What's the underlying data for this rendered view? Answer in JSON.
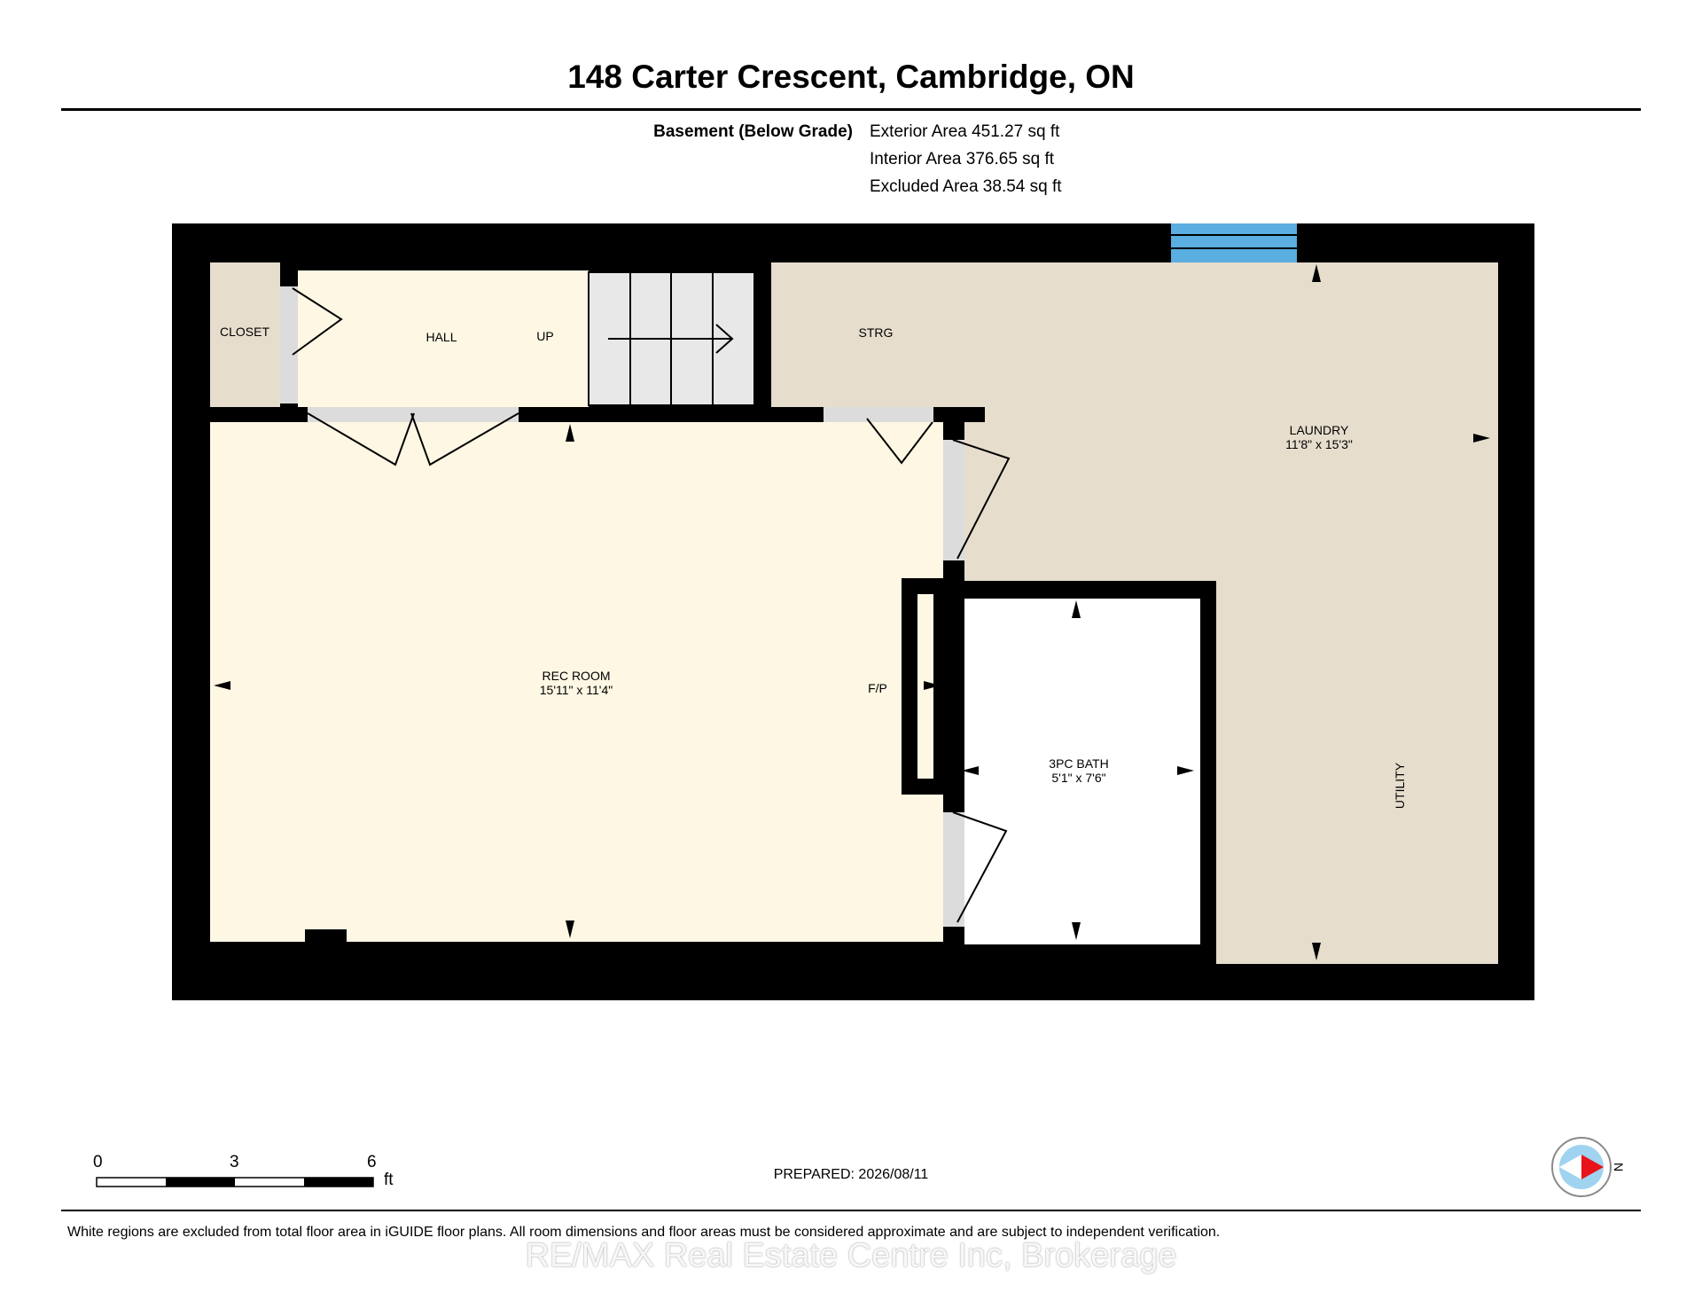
{
  "header": {
    "title": "148 Carter Crescent, Cambridge, ON"
  },
  "summary": {
    "level": "Basement (Below Grade)",
    "areas": [
      "Exterior Area 451.27 sq ft",
      "Interior Area 376.65 sq ft",
      "Excluded Area 38.54 sq ft"
    ]
  },
  "rooms": {
    "closet": "CLOSET",
    "hall": "HALL",
    "up": "UP",
    "strg": "STRG",
    "laundry": {
      "name": "LAUNDRY",
      "dims": "11'8\" x 15'3\""
    },
    "rec_room": {
      "name": "REC ROOM",
      "dims": "15'11\" x 11'4\""
    },
    "fp": "F/P",
    "bath": {
      "name": "3PC BATH",
      "dims": "5'1\" x 7'6\""
    },
    "utility": "UTILITY"
  },
  "colors": {
    "wall": "#000000",
    "hall_rec": "#fdf7e3",
    "storage_laundry": "#e6ddcd",
    "window": "#5aaee0",
    "door_gap": "#dcdcdc",
    "excluded": "#ffffff",
    "compass_needle": "#e8141b",
    "compass_disc": "#9fd3f0"
  },
  "scale": {
    "ticks": [
      "0",
      "3",
      "6"
    ],
    "unit": "ft"
  },
  "compass": {
    "label": "N"
  },
  "footer": {
    "prepared": "PREPARED: 2026/08/11",
    "disclaimer": "White regions are excluded from total floor area in iGUIDE floor plans. All room dimensions and floor areas must be considered approximate and are subject to independent verification.",
    "brokerage": "RE/MAX Real Estate Centre Inc, Brokerage"
  }
}
